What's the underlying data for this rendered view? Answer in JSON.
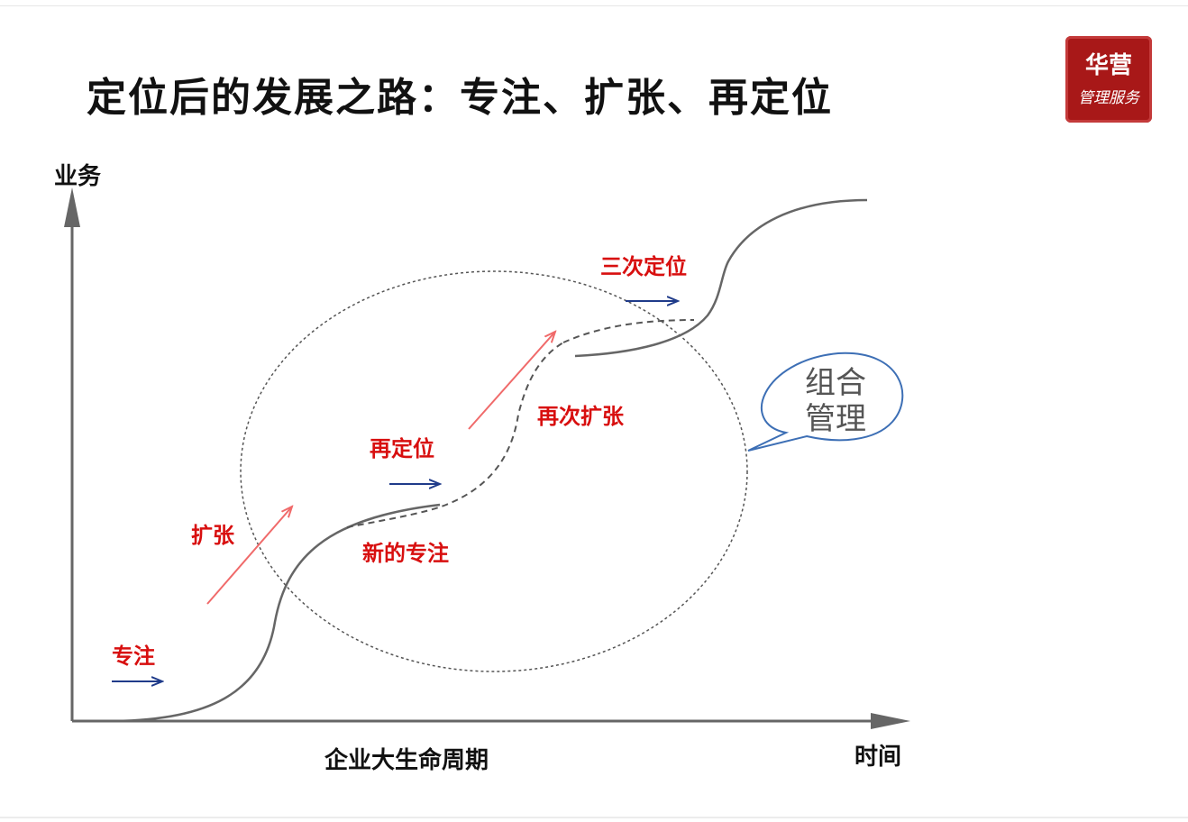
{
  "title": "定位后的发展之路：专注、扩张、再定位",
  "seal": {
    "line1": "华营",
    "line2": "管理服务"
  },
  "axes": {
    "y_label": "业务",
    "x_label": "时间",
    "x_caption": "企业大生命周期"
  },
  "labels": {
    "focus": "专注",
    "expand": "扩张",
    "reposition": "再定位",
    "new_focus": "新的专注",
    "expand_again": "再次扩张",
    "third_position": "三次定位"
  },
  "bubble": {
    "line1": "组合",
    "line2": "管理"
  },
  "colors": {
    "red_label": "#d80f0f",
    "arrow_red": "#f06a6a",
    "arrow_blue": "#1f3b8a",
    "curve": "#666666"
  }
}
